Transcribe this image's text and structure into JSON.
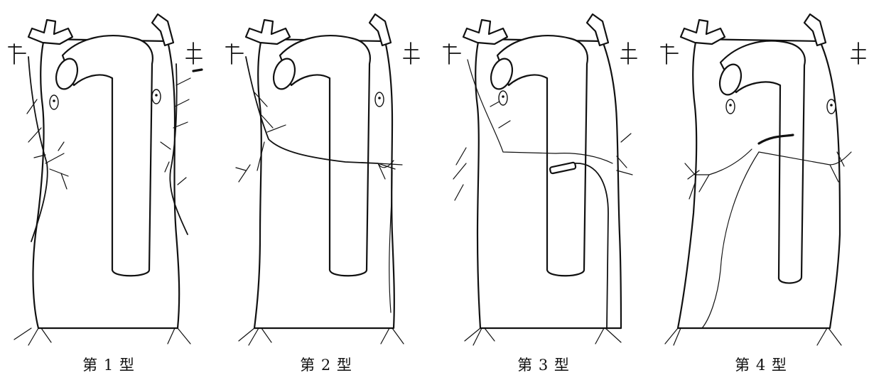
{
  "panels": [
    {
      "caption": "第 1 型"
    },
    {
      "caption": "第 2 型"
    },
    {
      "caption": "第 3 型"
    },
    {
      "caption": "第 4 型"
    }
  ]
}
